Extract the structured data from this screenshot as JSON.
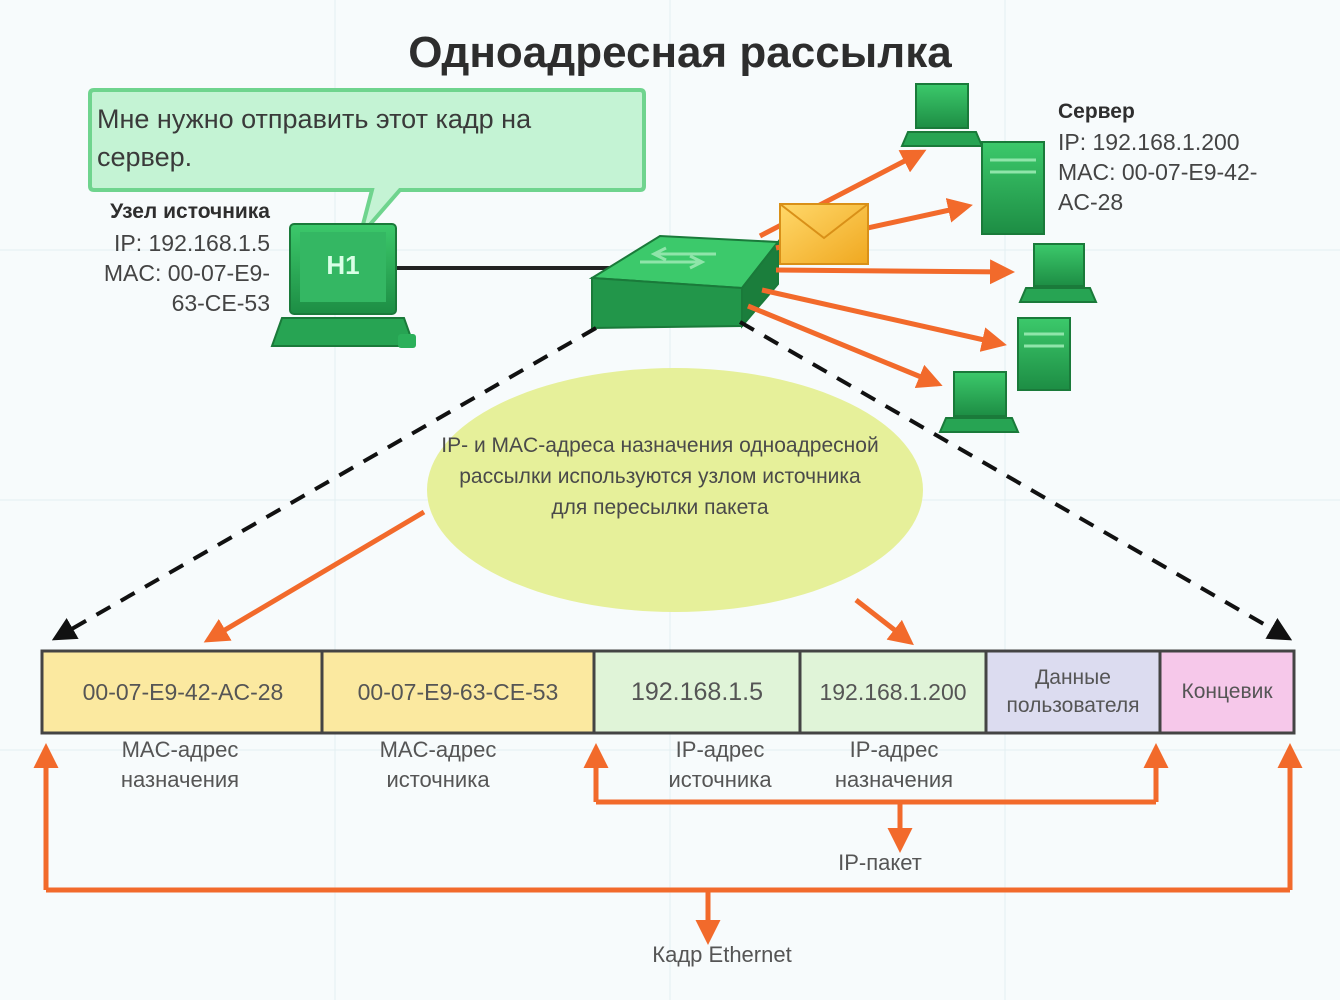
{
  "title": "Одноадресная рассылка",
  "bubble": {
    "text": "Мне нужно отправить этот кадр на сервер."
  },
  "host": {
    "label": "H1"
  },
  "source_node": {
    "title": "Узел источника",
    "ip": "IP: 192.168.1.5",
    "mac_line1": "MAC: 00-07-E9-",
    "mac_line2": "63-CE-53"
  },
  "server": {
    "title": "Сервер",
    "ip": "IP: 192.168.1.200",
    "mac_line1": "MAC: 00-07-E9-42-",
    "mac_line2": "AC-28"
  },
  "ellipse": {
    "text": "IP- и MAC-адреса назначения одноадресной рассылки используются узлом источника для пересылки пакета"
  },
  "frame": {
    "cells": {
      "dst_mac": "00-07-E9-42-AC-28",
      "src_mac": "00-07-E9-63-CE-53",
      "src_ip": "192.168.1.5",
      "dst_ip": "192.168.1.200",
      "data_line1": "Данные",
      "data_line2": "пользователя",
      "trailer": "Концевик"
    },
    "labels": {
      "dst_mac_l1": "MAC-адрес",
      "dst_mac_l2": "назначения",
      "src_mac_l1": "MAC-адрес",
      "src_mac_l2": "источника",
      "src_ip_l1": "IP-адрес",
      "src_ip_l2": "источника",
      "dst_ip_l1": "IP-адрес",
      "dst_ip_l2": "назначения"
    },
    "ip_packet": "IP-пакет",
    "ethernet_frame": "Кадр Ethernet"
  },
  "colors": {
    "accent_orange": "#f26a2b",
    "device_green": "#2bb05a",
    "mac_cell": "#fbe9a0",
    "ip_cell": "#e0f4d8",
    "data_cell": "#dcdcf0",
    "trailer_cell": "#f6c8ea",
    "ellipse": "#e6f09a"
  }
}
